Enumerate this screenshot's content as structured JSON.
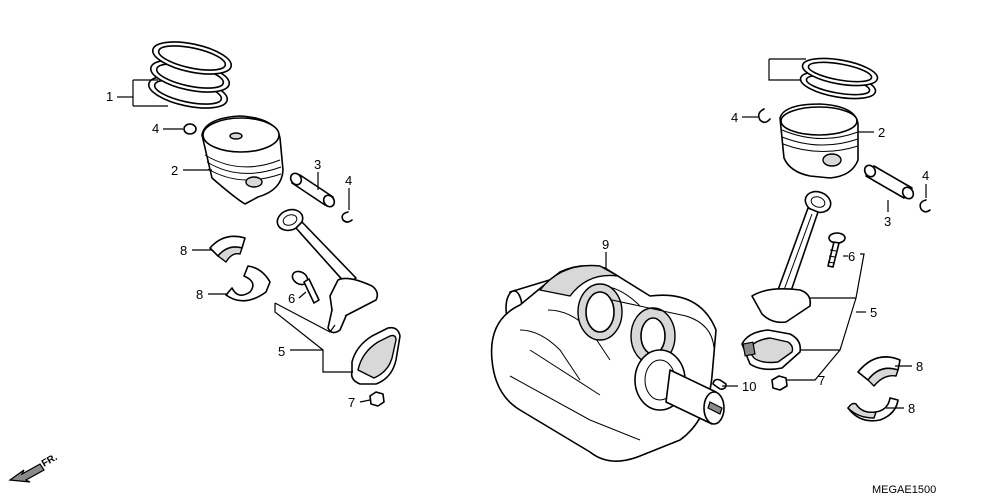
{
  "diagram": {
    "code": "MEGAE1500",
    "front_label": "FR.",
    "callouts": {
      "l_ring": "1",
      "l_clip_top": "4",
      "l_piston": "2",
      "l_pin": "3",
      "l_clip_pin": "4",
      "l_bearing_upper": "8",
      "l_bearing_lower": "8",
      "l_bolt": "6",
      "l_rod": "5",
      "l_nut": "7",
      "crank": "9",
      "key": "10",
      "r_clip_top": "4",
      "r_piston": "2",
      "r_clip_pin": "4",
      "r_pin": "3",
      "r_bolt": "6",
      "r_rod": "5",
      "r_nut": "7",
      "r_bearing_upper": "8",
      "r_bearing_lower": "8"
    }
  }
}
